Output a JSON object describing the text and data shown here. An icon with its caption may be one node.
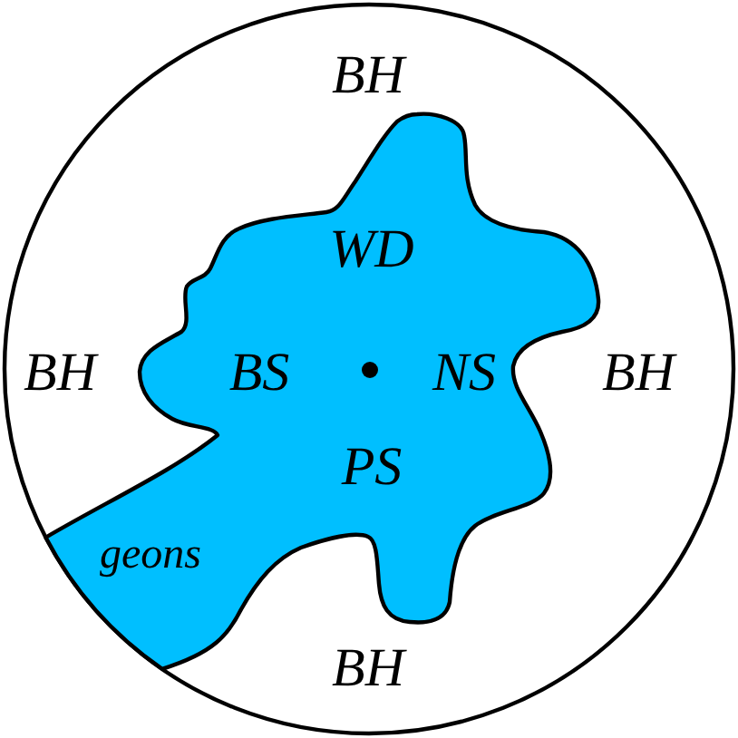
{
  "diagram": {
    "nodes": [
      {
        "text": [
          "BH",
          "BH",
          "BH",
          "BH"
        ]
      },
      {
        "text": [
          "WD",
          "BS",
          "NS",
          "PS",
          "geons"
        ],
        "in": 0
      }
    ]
  }
}
